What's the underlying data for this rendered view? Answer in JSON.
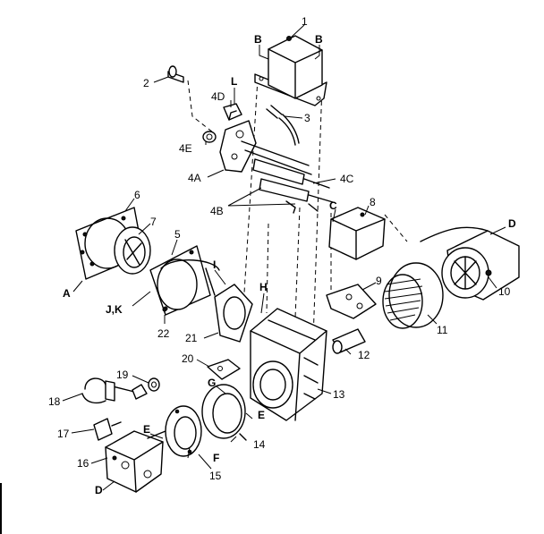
{
  "callouts": {
    "p1": "1",
    "p2": "2",
    "p3": "3",
    "p4a": "4A",
    "p4b": "4B",
    "p4c": "4C",
    "p4d": "4D",
    "p4e": "4E",
    "p5": "5",
    "p6": "6",
    "p7": "7",
    "p8": "8",
    "p9": "9",
    "p10": "10",
    "p11": "11",
    "p12": "12",
    "p13": "13",
    "p14": "14",
    "p15": "15",
    "p16": "16",
    "p17": "17",
    "p18": "18",
    "p19": "19",
    "p20": "20",
    "p21": "21",
    "p22": "22"
  },
  "letters": {
    "b_left": "B",
    "b_right": "B",
    "l": "L",
    "c": "C",
    "d_top": "D",
    "d_bottom": "D",
    "a": "A",
    "jk": "J,K",
    "i": "I",
    "h": "H",
    "g": "G",
    "e_right": "E",
    "e_left": "E",
    "f": "F"
  }
}
